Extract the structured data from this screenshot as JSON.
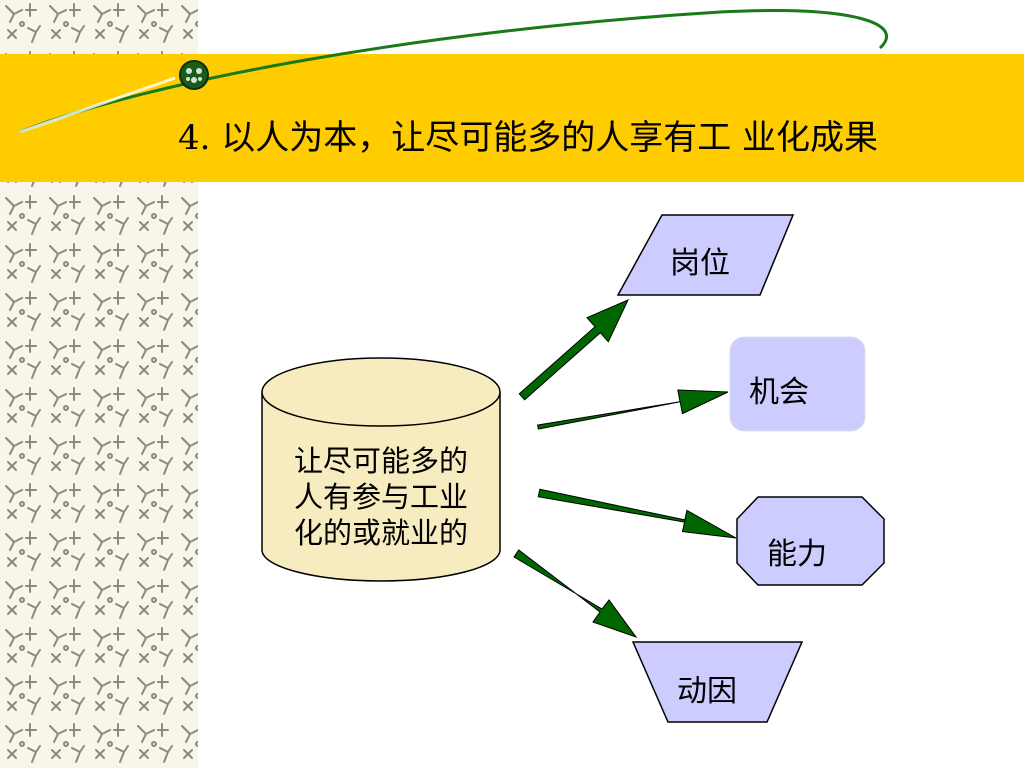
{
  "slide": {
    "title": "4. 以人为本，让尽可能多的人享有工 业化成果"
  },
  "diagram": {
    "source": {
      "shape": "cylinder",
      "lines": [
        "让尽可能多的",
        "人有参与工业",
        "化的或就业的"
      ]
    },
    "targets": [
      {
        "label": "岗位",
        "shape": "parallelogram"
      },
      {
        "label": "机会",
        "shape": "rounded-rectangle"
      },
      {
        "label": "能力",
        "shape": "octagon"
      },
      {
        "label": "动因",
        "shape": "trapezoid"
      }
    ]
  },
  "colors": {
    "title_band": "#ffcc00",
    "cylinder_fill": "#f7ecbf",
    "target_fill": "#ccccff",
    "arrow_fill": "#006600",
    "swoosh": "#1a7a1a"
  }
}
